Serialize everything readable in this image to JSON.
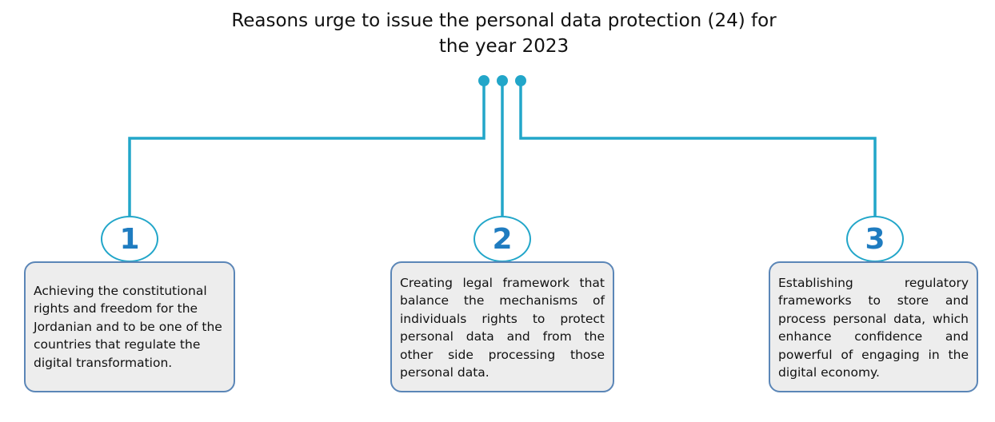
{
  "title_line1": "Reasons urge to issue the personal data protection (24) for",
  "title_line2": "the year 2023",
  "colors": {
    "connector": "#22a6c9",
    "number_text": "#1f7cc0",
    "box_border": "#5b86b7",
    "box_fill": "#ededed"
  },
  "items": [
    {
      "number": "1",
      "text": "Achieving the constitutional rights and freedom for the Jordanian and to be one of the countries that regulate the digital transformation."
    },
    {
      "number": "2",
      "text": "Creating legal framework that balance the mechanisms of individuals rights to protect personal data and from the other side processing those personal data."
    },
    {
      "number": "3",
      "text": "Establishing regulatory frameworks to store and process personal data, which enhance confidence and powerful of engaging in the digital economy."
    }
  ]
}
